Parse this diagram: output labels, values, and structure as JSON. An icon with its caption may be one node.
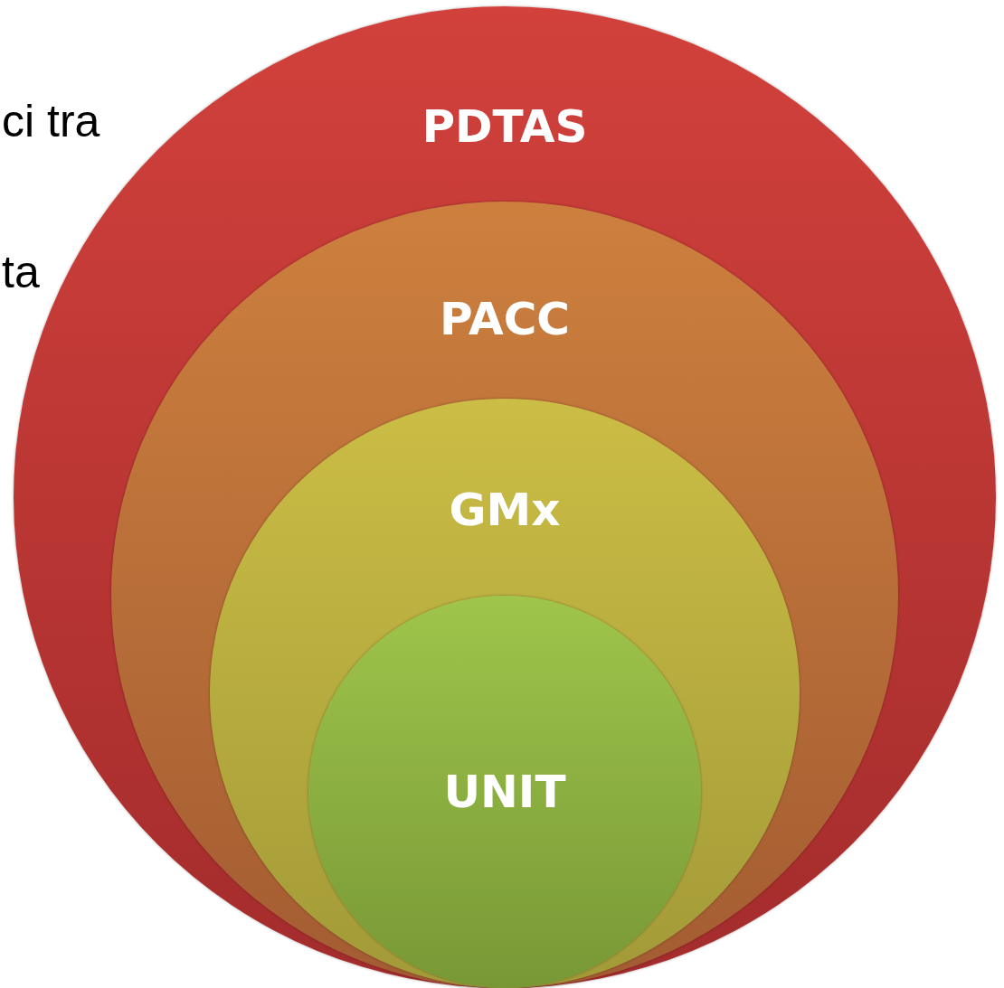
{
  "diagram": {
    "nodes": [
      {
        "text": [
          "PDTAS"
        ]
      },
      {
        "text": [
          "PACC"
        ],
        "in": 0
      },
      {
        "text": [
          "GMx"
        ],
        "in": 1
      },
      {
        "text": [
          "UNIT"
        ],
        "in": 2
      }
    ],
    "labels": [
      "ci tra",
      "ta"
    ]
  }
}
